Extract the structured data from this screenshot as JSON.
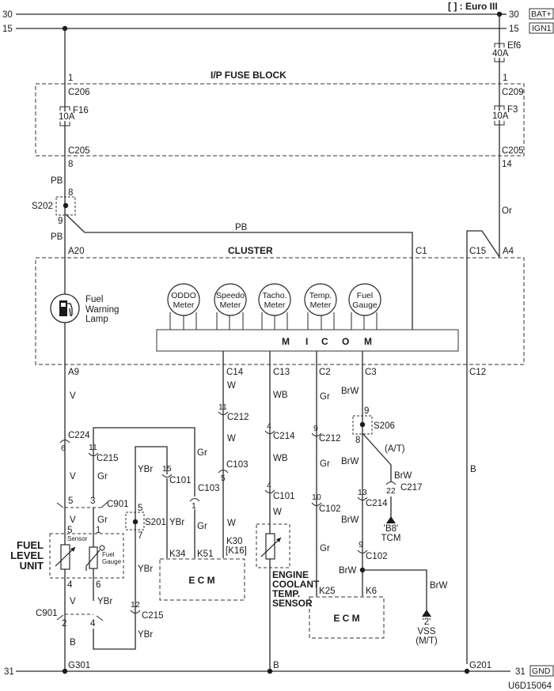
{
  "diagram": {
    "id_code": "U6D15064",
    "legend_note": "[ ] : Euro III",
    "rails": {
      "bat": {
        "number": "30",
        "tag": "BAT+"
      },
      "ign": {
        "number": "15",
        "tag": "IGN1"
      },
      "gnd": {
        "number": "31",
        "tag": "GND"
      }
    },
    "fuse_block": {
      "title": "I/P FUSE BLOCK",
      "left_in_pin": "1",
      "left_in_conn": "C206",
      "left_fuse_name": "F16",
      "left_fuse_rating": "10A",
      "left_out_conn": "C205",
      "left_out_pin": "8",
      "right_in_pin": "1",
      "right_in_conn": "C209",
      "right_fuse_name": "F3",
      "right_fuse_rating": "10A",
      "right_out_conn": "C205",
      "right_out_pin": "14"
    },
    "engine_fuse": {
      "name": "Ef6",
      "rating": "40A"
    },
    "splice_s202": {
      "name": "S202",
      "pin_top": "8",
      "pin_bottom": "9"
    },
    "wires_upper": {
      "pb1": "PB",
      "pb2": "PB",
      "pb3": "PB",
      "or": "Or"
    },
    "cluster": {
      "title": "CLUSTER",
      "pin_a20": "A20",
      "pin_c1": "C1",
      "pin_c15": "C15",
      "pin_a4": "A4",
      "pin_a9": "A9",
      "pin_c14": "C14",
      "pin_c13": "C13",
      "pin_c2": "C2",
      "pin_c3": "C3",
      "pin_c12": "C12",
      "lamp_label": [
        "Fuel",
        "Warning",
        "Lamp"
      ],
      "meters": [
        {
          "line1": "ODDO",
          "line2": "Meter"
        },
        {
          "line1": "Speedo",
          "line2": "Meter"
        },
        {
          "line1": "Tacho.",
          "line2": "Meter"
        },
        {
          "line1": "Temp.",
          "line2": "Meter"
        },
        {
          "line1": "Fuel",
          "line2": "Gauge"
        }
      ],
      "micom_letters": [
        "M",
        "I",
        "C",
        "O",
        "M"
      ]
    },
    "left_branch": {
      "v1": "V",
      "c224": "C224",
      "c224_pin": "6",
      "v2": "V",
      "c215_pin": "11",
      "c215": "C215",
      "gr1": "Gr",
      "c901_pin5": "5",
      "c901_pin3": "3",
      "c901": "C901",
      "v3": "V",
      "gr2": "Gr",
      "unit_pin5": "5",
      "unit_pin1": "1",
      "unit_pin4": "4",
      "unit_pin6": "6",
      "v4": "V",
      "ybr_u": "YBr",
      "c901b": "C901",
      "c901b_pin2": "2",
      "c901b_pin4": "4",
      "b": "B",
      "g301": "G301"
    },
    "fuel_level_unit": {
      "title": [
        "FUEL",
        "LEVEL",
        "UNIT"
      ],
      "sensor_label": "Sensor",
      "gauge_label": [
        "Fuel",
        "Gauge"
      ]
    },
    "mid_branch": {
      "ybr1": "YBr",
      "c101_pin": "15",
      "c101": "C101",
      "s201": "S201",
      "s201_pin5": "5",
      "s201_pin7": "7",
      "ybr2": "YBr",
      "ybr3": "YBr",
      "c215_pin12": "12",
      "c215b": "C215",
      "ybr4": "YBr",
      "gr_top": "Gr",
      "c103_pin1": "1",
      "c103a": "C103",
      "gr_mid": "Gr",
      "w1": "W",
      "c212_pin11": "11",
      "c212a": "C212",
      "w2": "W",
      "c103_pin5": "5",
      "c103b": "C103",
      "w3": "W",
      "k34": "K34",
      "k51": "K51",
      "k30": "K30",
      "k16": "[K16]"
    },
    "ecm1": {
      "label": "E C M"
    },
    "coolant_branch": {
      "wb1": "WB",
      "c214_pin4": "4",
      "c214": "C214",
      "wb2": "WB",
      "c101_pin4": "4",
      "c101": "C101",
      "w": "W",
      "b": "B",
      "sensor_title": [
        "ENGINE",
        "COOLANT",
        "TEMP.",
        "SENSOR"
      ]
    },
    "gr_branch": {
      "gr1": "Gr",
      "c212_pin9": "9",
      "c212": "C212",
      "gr2": "Gr",
      "c102_pin10": "10",
      "c102": "C102",
      "gr3": "Gr",
      "k25": "K25"
    },
    "brw_branch": {
      "brw1": "BrW",
      "s206": "S206",
      "s206_pin9": "9",
      "s206_pin8": "8",
      "brw2": "BrW",
      "at": "(A/T)",
      "brw_at": "BrW",
      "c217_pin22": "22",
      "c217": "C217",
      "tcm_pin": "'B8'",
      "tcm": "TCM",
      "c214_pin13": "13",
      "c214": "C214",
      "brw3": "BrW",
      "c102_pin9": "9",
      "c102": "C102",
      "brw4": "BrW",
      "brw5": "BrW",
      "k6": "K6",
      "vss_pin": "'2'",
      "vss": "VSS",
      "vss_mt": "(M/T)"
    },
    "ecm2": {
      "label": "E C M"
    },
    "right_branch": {
      "b": "B",
      "g201": "G201"
    }
  }
}
